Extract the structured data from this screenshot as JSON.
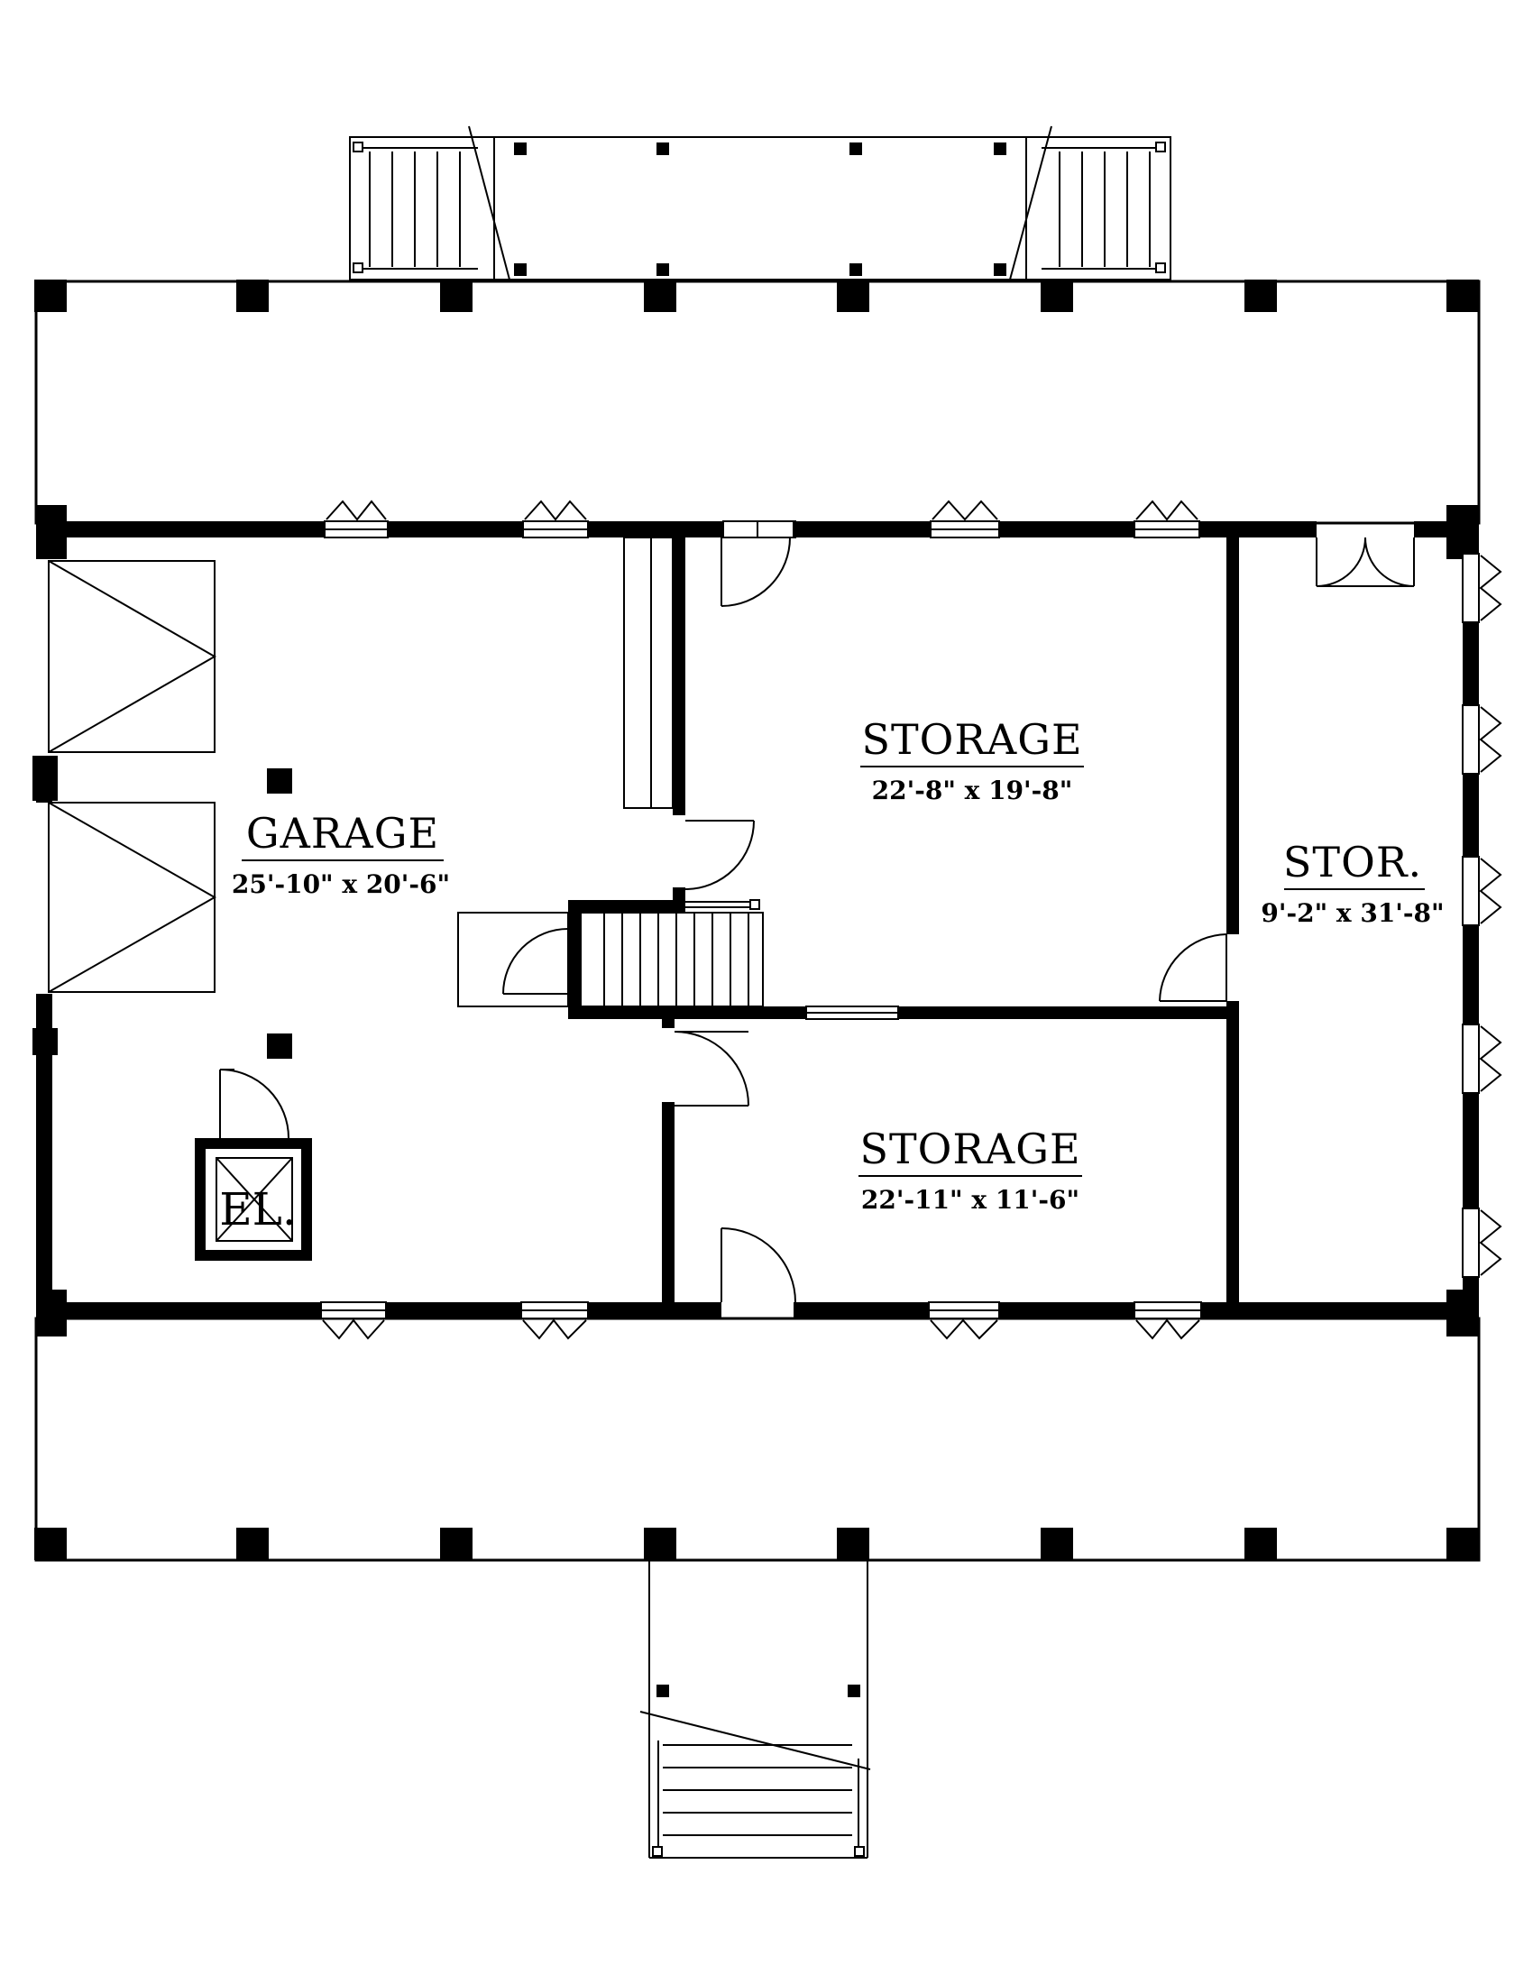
{
  "colors": {
    "ink": "#000000",
    "paper": "#ffffff"
  },
  "rooms": {
    "garage": {
      "name": "GARAGE",
      "dims": "25'-10\" x 20'-6\""
    },
    "storage1": {
      "name": "STORAGE",
      "dims": "22'-8\" x 19'-8\""
    },
    "storage2": {
      "name": "STORAGE",
      "dims": "22'-11\" x 11'-6\""
    },
    "stor": {
      "name": "STOR.",
      "dims": "9'-2\" x 31'-8\""
    },
    "elevator": {
      "label": "EL."
    }
  }
}
